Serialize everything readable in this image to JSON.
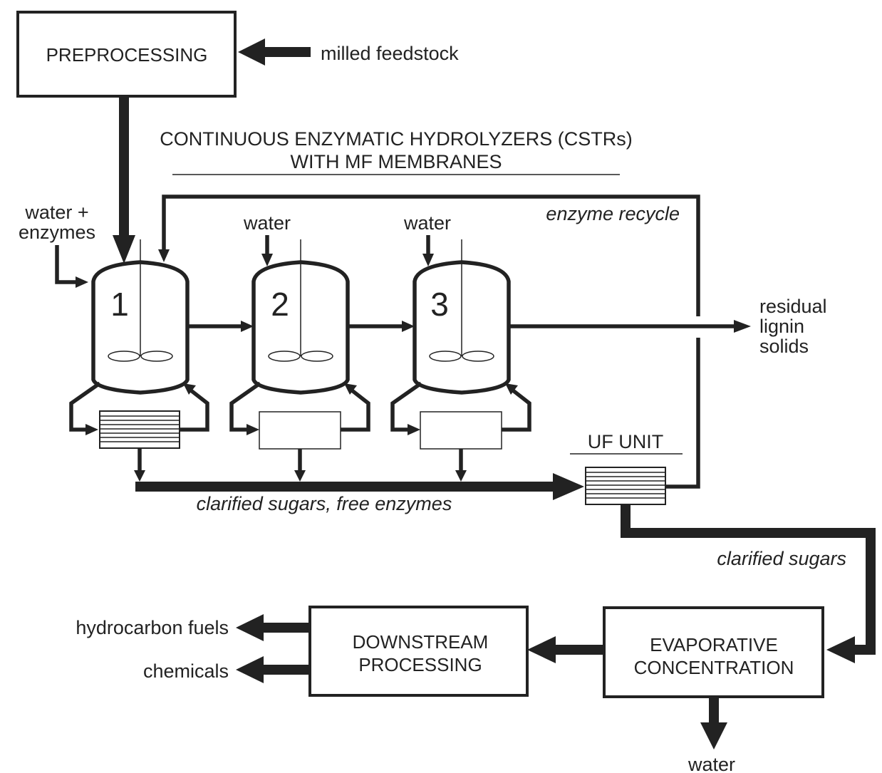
{
  "boxes": {
    "preprocessing": "PREPROCESSING",
    "downstream": [
      "DOWNSTREAM",
      "PROCESSING"
    ],
    "evaporative": [
      "EVAPORATIVE",
      "CONCENTRATION"
    ]
  },
  "title": [
    "CONTINUOUS ENZYMATIC HYDROLYZERS (CSTRs)",
    "WITH MF MEMBRANES"
  ],
  "labels": {
    "milled_feedstock": "milled feedstock",
    "water_enzymes": [
      "water +",
      "enzymes"
    ],
    "water_2": "water",
    "water_3": "water",
    "enzyme_recycle": "enzyme recycle",
    "residual": [
      "residual",
      "lignin",
      "solids"
    ],
    "uf_unit": "UF UNIT",
    "clarified_sugars_free_enzymes": "clarified sugars, free enzymes",
    "clarified_sugars": "clarified sugars",
    "hydrocarbon_fuels": "hydrocarbon fuels",
    "chemicals": "chemicals",
    "water_out": "water"
  },
  "reactors": [
    "1",
    "2",
    "3"
  ],
  "icons": {
    "arrow": "arrow-icon",
    "membrane": "membrane-filter-icon",
    "impeller": "impeller-icon"
  },
  "colors": {
    "line": "#222222",
    "background": "#ffffff"
  }
}
